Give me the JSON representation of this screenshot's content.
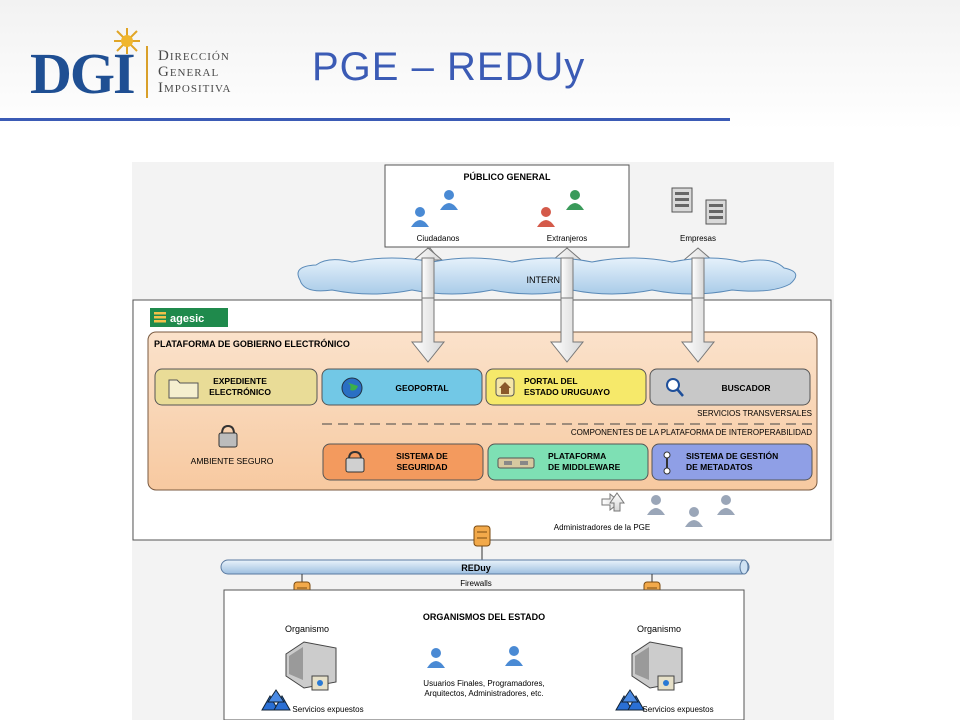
{
  "header": {
    "logo_mark": "DGI",
    "logo_lines": [
      "Dirección",
      "General",
      "Impositiva"
    ],
    "title": "PGE – REDUy"
  },
  "diagram": {
    "public": {
      "title": "PÚBLICO GENERAL",
      "items": [
        "Ciudadanos",
        "Extranjeros",
        "Empresas"
      ]
    },
    "internet": "INTERNET",
    "agesic_logo": "agesic",
    "platform": {
      "title": "PLATAFORMA DE GOBIERNO ELECTRÓNICO",
      "services": [
        {
          "lines": [
            "EXPEDIENTE",
            "ELECTRÓNICO"
          ],
          "icon": "folder-icon",
          "color": "#e9dc97"
        },
        {
          "lines": [
            "GEOPORTAL"
          ],
          "icon": "globe-icon",
          "color": "#72c8e6"
        },
        {
          "lines": [
            "PORTAL DEL",
            "ESTADO URUGUAYO"
          ],
          "icon": "house-icon",
          "color": "#f6e96a"
        },
        {
          "lines": [
            "BUSCADOR"
          ],
          "icon": "magnifier-icon",
          "color": "#c8c8c8"
        }
      ],
      "services_label": "SERVICIOS TRANSVERSALES",
      "components_label": "COMPONENTES DE LA PLATAFORMA DE INTEROPERABILIDAD",
      "secure_env": "AMBIENTE SEGURO",
      "components": [
        {
          "lines": [
            "SISTEMA DE",
            "SEGURIDAD"
          ],
          "icon": "lock-icon",
          "color": "#f39a5e"
        },
        {
          "lines": [
            "PLATAFORMA",
            "DE MIDDLEWARE"
          ],
          "icon": "middleware-icon",
          "color": "#7ee0b4"
        },
        {
          "lines": [
            "SISTEMA DE GESTIÓN",
            "DE METADATOS"
          ],
          "icon": "metadata-icon",
          "color": "#8f9fe6"
        }
      ],
      "admins": "Administradores de la PGE"
    },
    "reduy": "REDuy",
    "firewalls": "Firewalls",
    "organisms": {
      "title": "ORGANISMOS DEL ESTADO",
      "left_label": "Organismo",
      "right_label": "Organismo",
      "users_lines": [
        "Usuarios Finales, Programadores,",
        "Arquitectos, Administradores, etc."
      ],
      "exposed_left": "Servicios expuestos",
      "exposed_right": "Servicios expuestos"
    }
  }
}
